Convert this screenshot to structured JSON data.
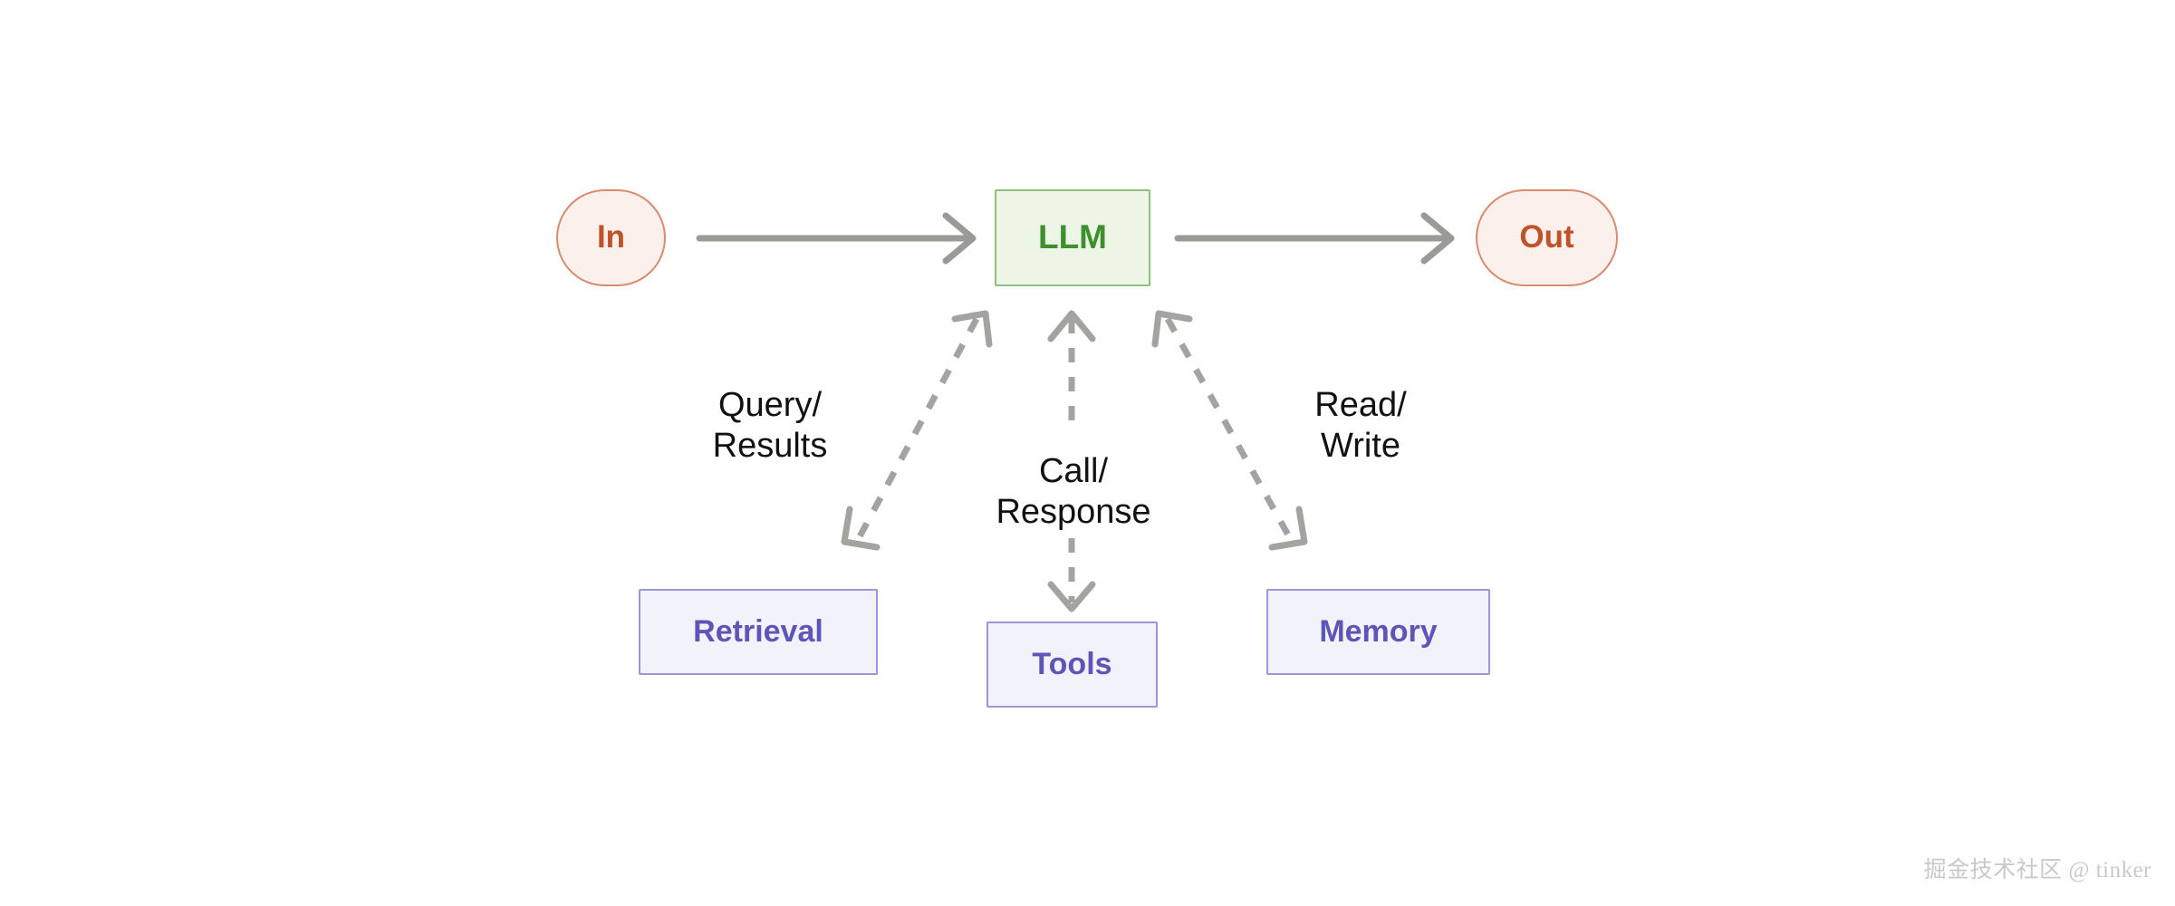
{
  "diagram": {
    "title": "LLM agent architecture flow",
    "background_color": "#ffffff",
    "nodes": {
      "in": {
        "label": "In",
        "shape": "stadium",
        "fill": "#fcf0ec",
        "stroke": "#d98b6e",
        "text_color": "#c0522a"
      },
      "llm": {
        "label": "LLM",
        "shape": "rectangle",
        "fill": "#edf6e6",
        "stroke": "#8ec07c",
        "text_color": "#3f8f2e"
      },
      "out": {
        "label": "Out",
        "shape": "stadium",
        "fill": "#fcf0ec",
        "stroke": "#d98b6e",
        "text_color": "#c0522a"
      },
      "retrieval": {
        "label": "Retrieval",
        "shape": "rectangle",
        "fill": "#f2f2fb",
        "stroke": "#9a96d8",
        "text_color": "#5d55b8"
      },
      "tools": {
        "label": "Tools",
        "shape": "rectangle",
        "fill": "#f2f2fb",
        "stroke": "#9a96d8",
        "text_color": "#5d55b8"
      },
      "memory": {
        "label": "Memory",
        "shape": "rectangle",
        "fill": "#f2f2fb",
        "stroke": "#9a96d8",
        "text_color": "#5d55b8"
      }
    },
    "edges": [
      {
        "from": "in",
        "to": "llm",
        "style": "solid",
        "arrows": "single",
        "label": "",
        "color": "#9a9a96"
      },
      {
        "from": "llm",
        "to": "out",
        "style": "solid",
        "arrows": "single",
        "label": "",
        "color": "#9a9a96"
      },
      {
        "from": "llm",
        "to": "retrieval",
        "style": "dashed",
        "arrows": "double",
        "label": "Query/\nResults",
        "color": "#a3a3a0"
      },
      {
        "from": "llm",
        "to": "tools",
        "style": "dashed",
        "arrows": "double",
        "label": "Call/\nResponse",
        "color": "#a3a3a0"
      },
      {
        "from": "llm",
        "to": "memory",
        "style": "dashed",
        "arrows": "double",
        "label": "Read/\nWrite",
        "color": "#a3a3a0"
      }
    ],
    "edge_labels": {
      "retrieval": "Query/\nResults",
      "tools": "Call/\nResponse",
      "memory": "Read/\nWrite"
    }
  },
  "watermark": {
    "text": "掘金技术社区 @ tinker",
    "color": "#c9c9c9"
  }
}
